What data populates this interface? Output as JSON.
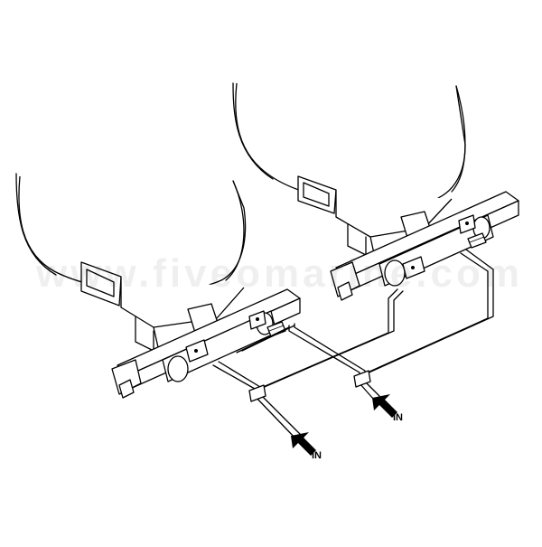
{
  "watermark": "www.fiveomarine.com",
  "labels": {
    "inlet_1": "IN",
    "inlet_2": "IN"
  },
  "colors": {
    "line": "#000000",
    "background": "#ffffff"
  }
}
